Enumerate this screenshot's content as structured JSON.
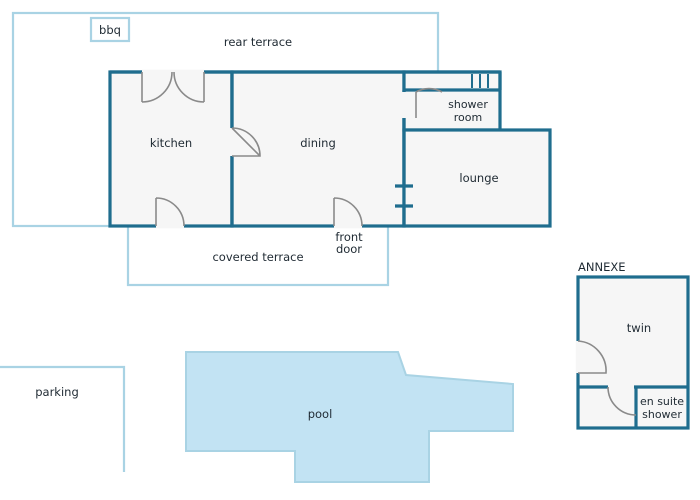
{
  "labels": {
    "bbq": "bbq",
    "rear_terrace": "rear terrace",
    "kitchen": "kitchen",
    "dining": "dining",
    "shower_room_1": "shower",
    "shower_room_2": "room",
    "lounge": "lounge",
    "front_door_1": "front",
    "front_door_2": "door",
    "covered_terrace": "covered terrace",
    "annexe": "ANNEXE",
    "twin": "twin",
    "en_suite_1": "en suite",
    "en_suite_2": "shower",
    "parking": "parking",
    "pool": "pool"
  },
  "colors": {
    "wall": "#1f6d8e",
    "outdoor_outline": "#a9d3e4",
    "room_fill": "#f6f6f6",
    "pool_fill": "#c2e3f3",
    "door_leaf": "#8a8a8a"
  }
}
